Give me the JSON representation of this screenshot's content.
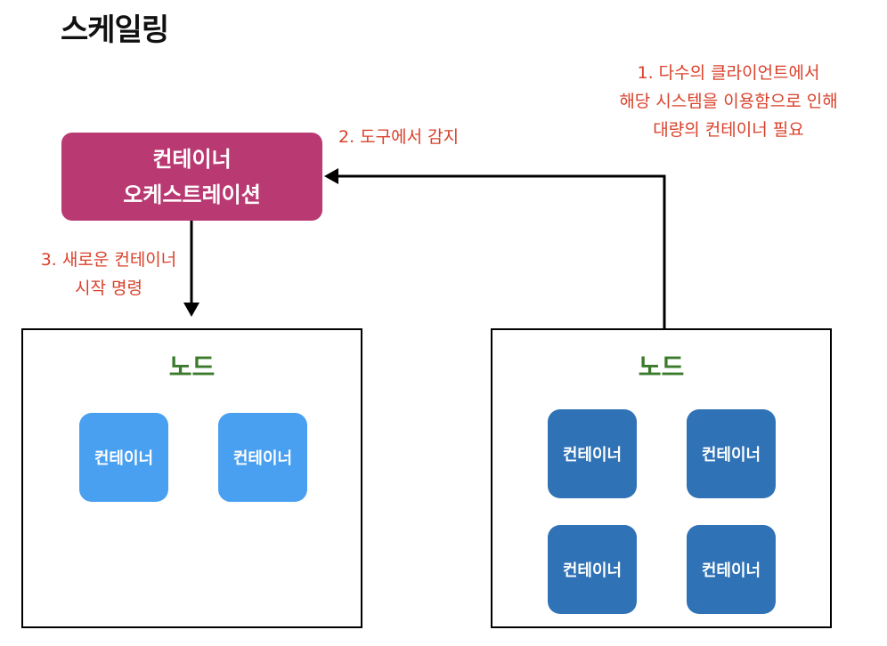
{
  "title": "스케일링",
  "annotations": {
    "step1": [
      "1. 다수의 클라이언트에서",
      "해당 시스템을 이용함으로  인해",
      "대량의 컨테이너 필요"
    ],
    "step2": "2. 도구에서 감지",
    "step3": [
      "3. 새로운 컨테이너",
      "시작 명령"
    ]
  },
  "orchestration": {
    "line1": "컨테이너",
    "line2": "오케스트레이션"
  },
  "nodes": {
    "left": {
      "title": "노드",
      "containers": [
        "컨테이너",
        "컨테이너"
      ]
    },
    "right": {
      "title": "노드",
      "containers": [
        "컨테이너",
        "컨테이너",
        "컨테이너",
        "컨테이너"
      ]
    }
  },
  "colors": {
    "orchestration": "#b93a72",
    "annotation": "#d9412b",
    "node_title": "#3a7a2a",
    "container_new": "#4aa0f0",
    "container_existing": "#2f72b5"
  }
}
